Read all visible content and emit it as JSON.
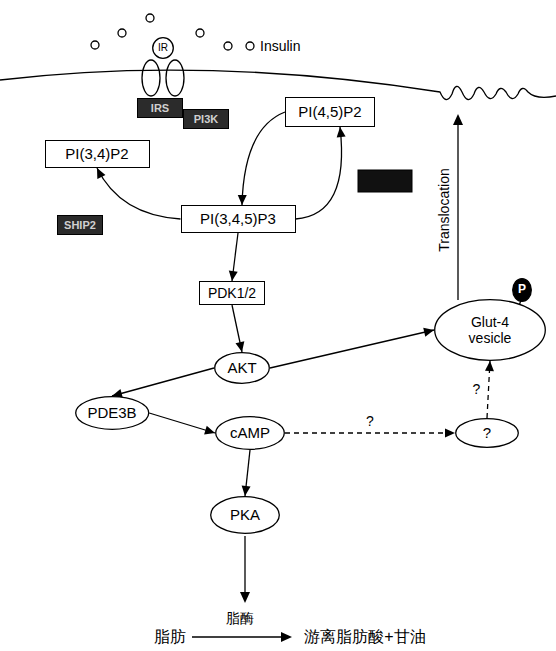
{
  "diagram": {
    "nodes": [
      {
        "text": [
          "IR"
        ]
      },
      {
        "text": [
          "IRS"
        ]
      },
      {
        "text": [
          "PI3K"
        ]
      },
      {
        "text": [
          "PI(4,5)P2"
        ]
      },
      {
        "text": [
          "PI(3,4)P2"
        ]
      },
      {
        "text": [
          "PI(3,4,5)P3"
        ]
      },
      {
        "text": [
          "SHIP2"
        ]
      },
      {
        "text": [
          "PDK1/2"
        ]
      },
      {
        "text": [
          "AKT"
        ]
      },
      {
        "text": [
          "PDE3B"
        ]
      },
      {
        "text": [
          "cAMP"
        ]
      },
      {
        "text": [
          "Glut-4 vesicle"
        ]
      },
      {
        "text": [
          "P"
        ]
      },
      {
        "text": [
          "?"
        ]
      },
      {
        "text": [
          "PKA"
        ]
      }
    ],
    "edges": [
      {
        "from": 3,
        "to": 5,
        "arrow": "to"
      },
      {
        "from": 5,
        "to": 3,
        "arrow": "to"
      },
      {
        "from": 5,
        "to": 4,
        "arrow": "to"
      },
      {
        "from": 5,
        "to": 7,
        "arrow": "to"
      },
      {
        "from": 7,
        "to": 8,
        "arrow": "to"
      },
      {
        "from": 8,
        "to": 9,
        "arrow": "to"
      },
      {
        "from": 8,
        "to": 11,
        "arrow": "to"
      },
      {
        "from": 9,
        "to": 10,
        "arrow": "to"
      },
      {
        "from": 10,
        "to": 13,
        "label": "?",
        "arrow": "to"
      },
      {
        "from": 13,
        "to": 11,
        "label": "?",
        "arrow": "to"
      },
      {
        "from": 10,
        "to": 14,
        "arrow": "to"
      }
    ],
    "labels": [
      "Translocation",
      "脂肪",
      "脂酶",
      "游离脂肪酸+甘油"
    ],
    "legend": [
      {
        "text": "Insulin"
      }
    ]
  }
}
